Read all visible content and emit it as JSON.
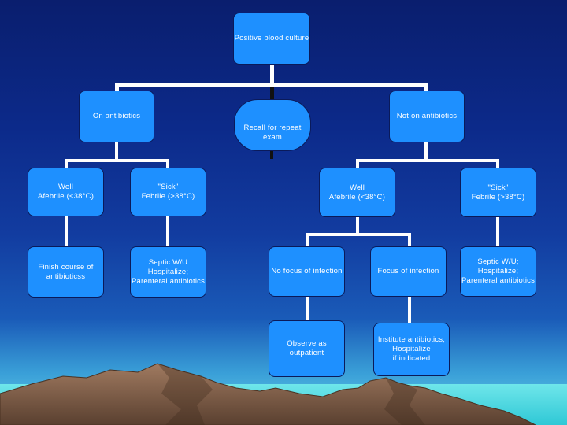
{
  "diagram": {
    "root": {
      "label": "Positive blood culture"
    },
    "branches": {
      "on_antibiotics": "On antibiotics",
      "not_on_antibiotics": "Not on antibiotics",
      "recall": "Recall for repeat exam"
    },
    "on_antibiotics_children": {
      "well": "Well\nAfebrile (<38°C)",
      "sick": "\"Sick\"\nFebrile (>38°C)",
      "finish_course": "Finish course of\nantibioticss",
      "septic": "Septic W/U\nHospitalize;\nParenteral antibiotics"
    },
    "not_on_antibiotics_children": {
      "well": "Well\nAfebrile (<38°C)",
      "sick": "\"Sick\"\nFebrile (>38°C)",
      "no_focus": "No focus of infection",
      "focus": "Focus of infection",
      "septic": "Septic W/U;\nHospitalize;\nParenteral antibiotics",
      "observe": "Observe as\noutpatient",
      "institute": "Institute antibiotics;\nHospitalize\nif indicated"
    }
  },
  "colors": {
    "box_fill": "#1e90ff",
    "connector": "#ffffff",
    "sky_top": "#0a1e6e",
    "sea": "#3fd8e0",
    "mountain": "#8a6a55"
  }
}
